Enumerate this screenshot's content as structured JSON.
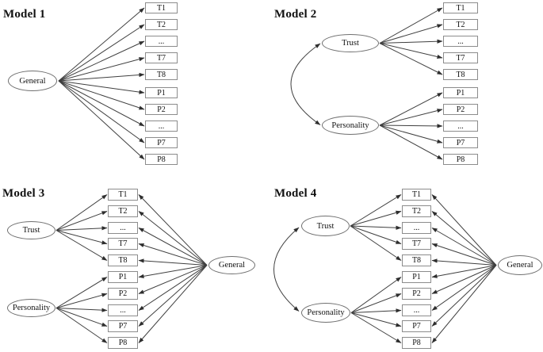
{
  "diagram": {
    "models": [
      {
        "title": "Model 1",
        "latents": [
          {
            "label": "General",
            "indicators": [
              "trust",
              "personality"
            ]
          }
        ],
        "covariance": false
      },
      {
        "title": "Model 2",
        "latents": [
          {
            "label": "Trust",
            "indicators": [
              "trust"
            ]
          },
          {
            "label": "Personality",
            "indicators": [
              "personality"
            ]
          }
        ],
        "covariance": true,
        "covariance_between": [
          "Trust",
          "Personality"
        ]
      },
      {
        "title": "Model 3",
        "latents": [
          {
            "label": "Trust",
            "indicators": [
              "trust"
            ]
          },
          {
            "label": "Personality",
            "indicators": [
              "personality"
            ]
          },
          {
            "label": "General",
            "indicators": [
              "trust",
              "personality"
            ]
          }
        ],
        "covariance": false
      },
      {
        "title": "Model 4",
        "latents": [
          {
            "label": "Trust",
            "indicators": [
              "trust"
            ]
          },
          {
            "label": "Personality",
            "indicators": [
              "personality"
            ]
          },
          {
            "label": "General",
            "indicators": [
              "trust",
              "personality"
            ]
          }
        ],
        "covariance": true,
        "covariance_between": [
          "Trust",
          "Personality"
        ]
      }
    ],
    "indicator_labels": {
      "trust": [
        "T1",
        "T2",
        "...",
        "T7",
        "T8"
      ],
      "personality": [
        "P1",
        "P2",
        "...",
        "P7",
        "P8"
      ]
    },
    "colors": {
      "line": "#3f3f3f",
      "arrowhead": "#2e2e2e",
      "box_border": "#8c8c8c",
      "ellipse_border": "#6f6f6f",
      "text": "#111111",
      "background": "#ffffff"
    }
  }
}
